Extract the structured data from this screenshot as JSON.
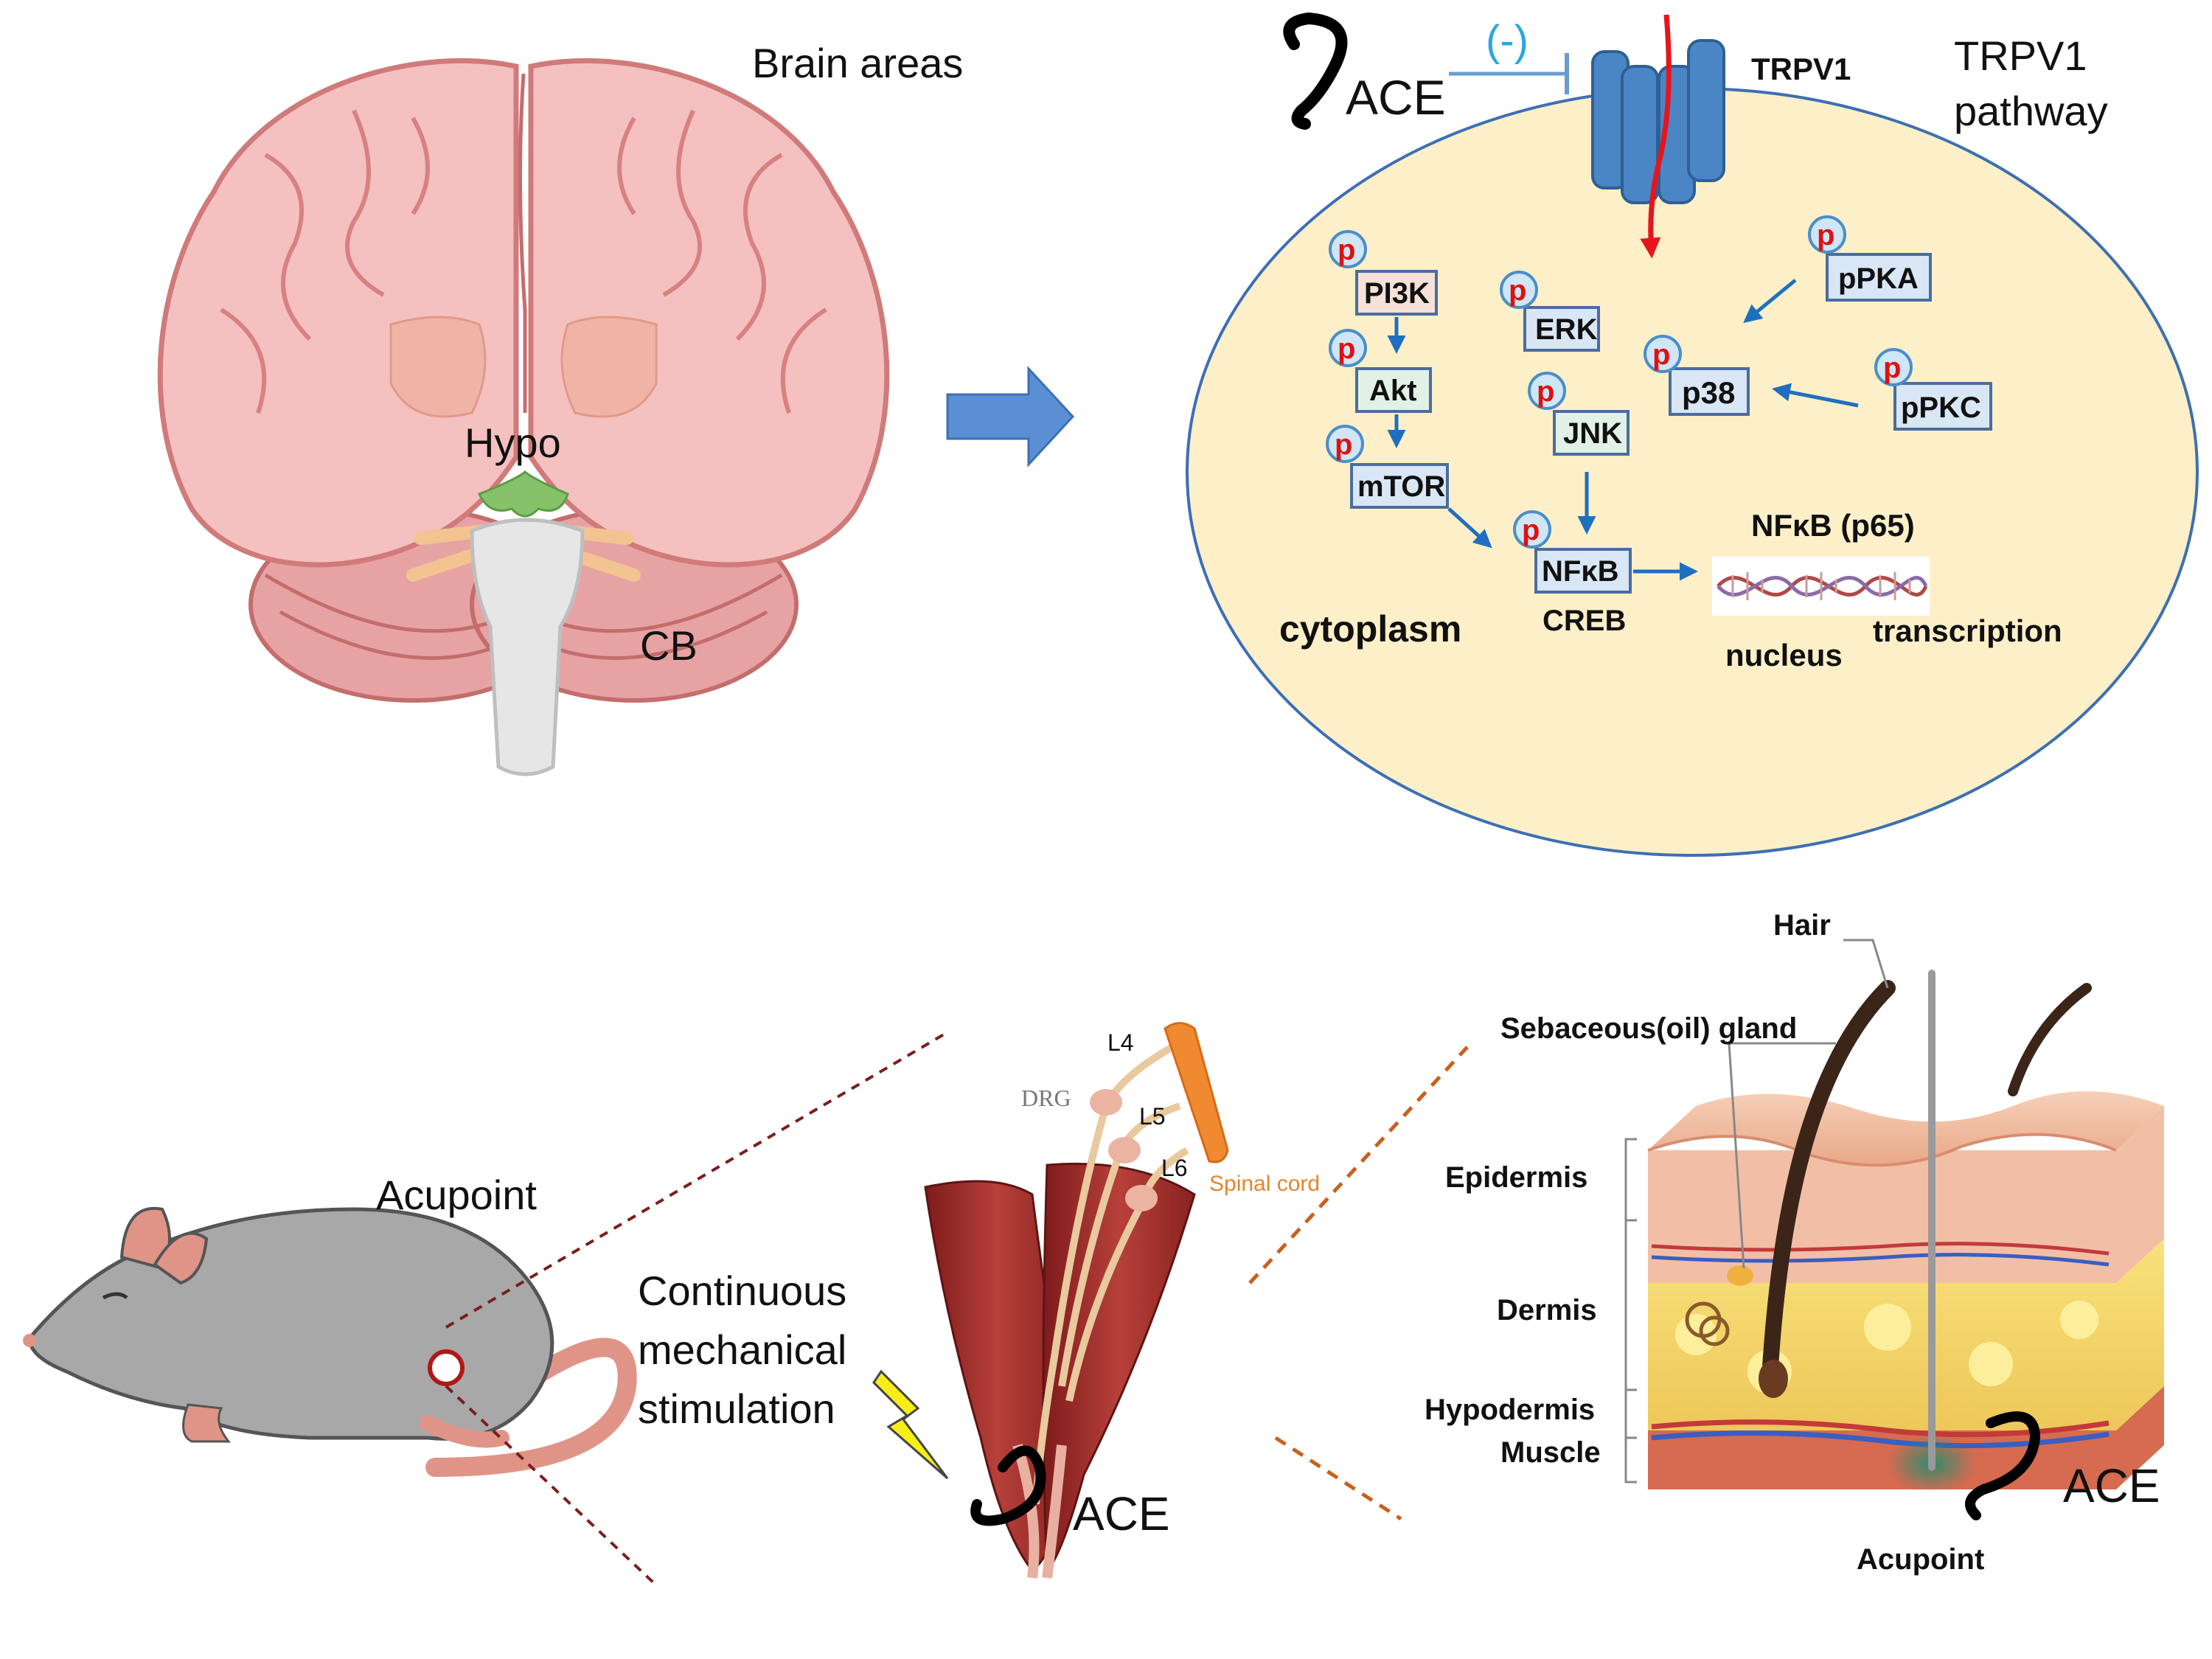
{
  "brain": {
    "title": "Brain areas",
    "hypo_label": "Hypo",
    "cb_label": "CB"
  },
  "pathway": {
    "title_line1": "TRPV1",
    "title_line2": "pathway",
    "ace_label": "ACE",
    "inhibit_label": "(-)",
    "trpv1_label": "TRPV1",
    "phospho_symbol": "p",
    "nodes": {
      "pi3k": "PI3K",
      "akt": "Akt",
      "mtor": "mTOR",
      "erk": "ERK",
      "jnk": "JNK",
      "nfkb": "NFκB",
      "p38": "p38",
      "ppka": "pPKA",
      "ppkc": "pPKC"
    },
    "creb_label": "CREB",
    "nfkb_p65_label": "NFκB (p65)",
    "cytoplasm_label": "cytoplasm",
    "nucleus_label": "nucleus",
    "transcription_label": "transcription"
  },
  "rat": {
    "acupoint_label": "Acupoint",
    "stimulation_line1": "Continuous",
    "stimulation_line2": "mechanical",
    "stimulation_line3": "stimulation"
  },
  "nerve": {
    "ace_label": "ACE",
    "drg_label": "DRG",
    "l4_label": "L4",
    "l5_label": "L5",
    "l6_label": "L6",
    "spinal_cord_label": "Spinal cord"
  },
  "skin": {
    "hair_label": "Hair",
    "sebaceous_label": "Sebaceous(oil) gland",
    "epidermis_label": "Epidermis",
    "dermis_label": "Dermis",
    "hypodermis_label": "Hypodermis",
    "muscle_label": "Muscle",
    "acupoint_label": "Acupoint",
    "ace_label": "ACE"
  },
  "colors": {
    "arrow_blue": "#1f6fc0",
    "cell_fill": "#fdf0c8",
    "trpv1_blue": "#4a86c5",
    "signal_red": "#e8141c",
    "inhibit_cyan": "#2aa7e0",
    "dashed_brown": "#7b1e1e",
    "dashed_orange": "#c8611a"
  }
}
